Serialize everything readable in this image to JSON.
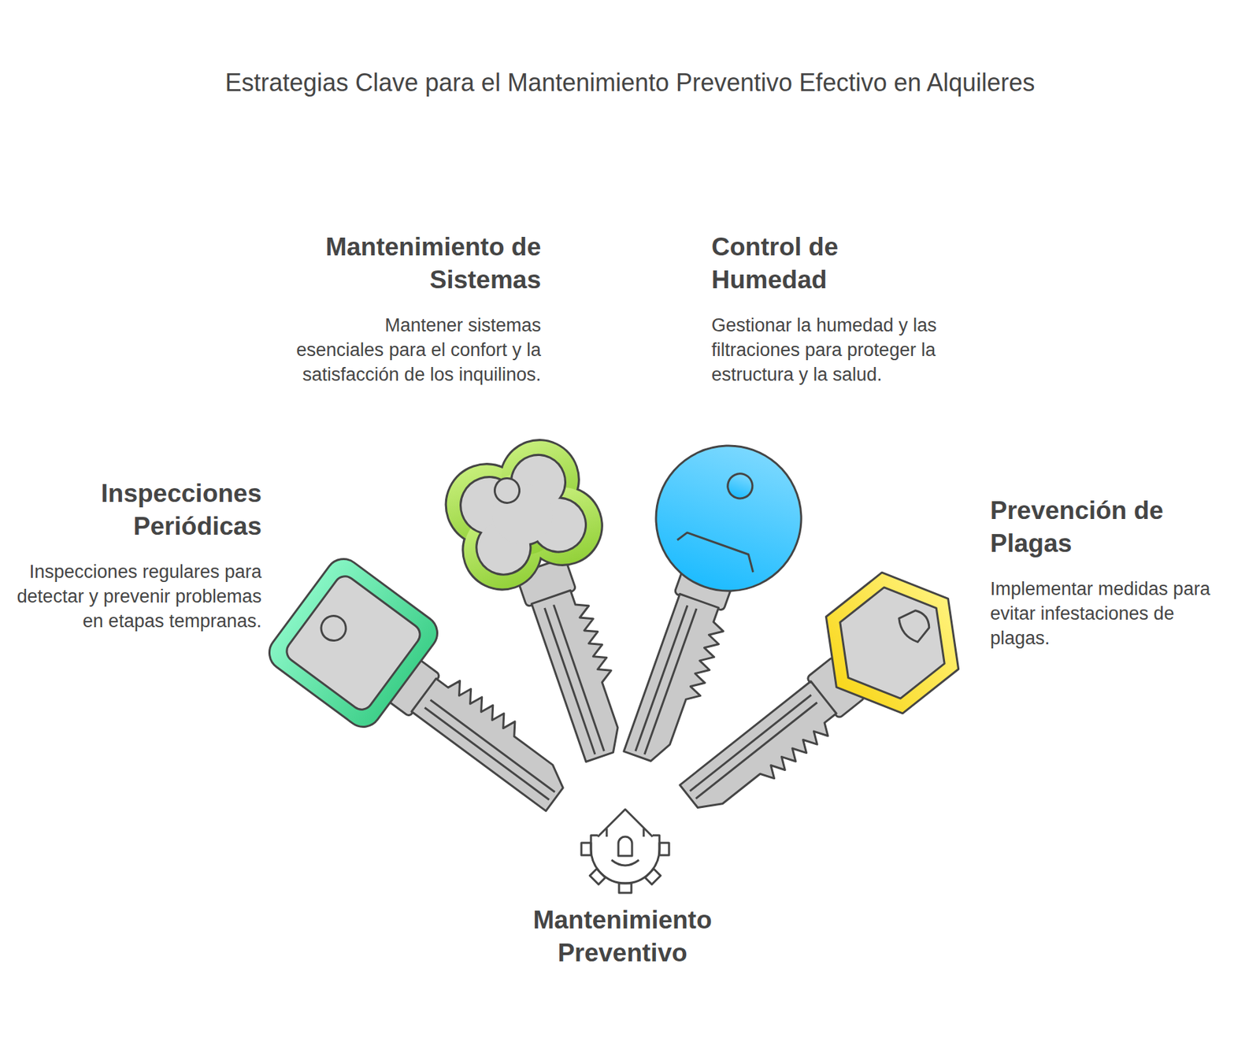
{
  "diagram": {
    "title": "Estrategias Clave para el Mantenimiento Preventivo Efectivo en Alquileres",
    "nodes": [
      {
        "text": [
          "Mantenimiento de Sistemas",
          "Mantener sistemas esenciales para el confort y la satisfacción de los inquilinos."
        ]
      },
      {
        "text": [
          "Control de Humedad",
          "Gestionar la humedad y las filtraciones para proteger la estructura y la salud."
        ]
      },
      {
        "text": [
          "Inspecciones Periódicas",
          "Inspecciones regulares para detectar y prevenir problemas en etapas tempranas."
        ]
      },
      {
        "text": [
          "Prevención de Plagas",
          "Implementar medidas para evitar infestaciones de plagas."
        ]
      },
      {
        "text": [
          "Mantenimiento Preventivo"
        ]
      }
    ]
  }
}
